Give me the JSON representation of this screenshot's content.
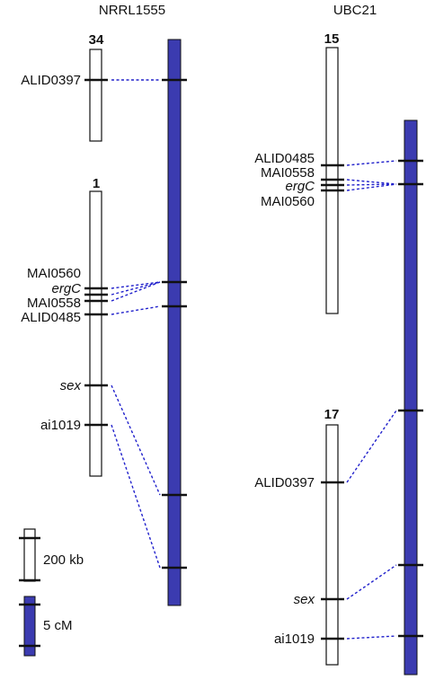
{
  "headers": {
    "left": "NRRL1555",
    "right": "UBC21"
  },
  "chromosome_numbers": {
    "c34": "34",
    "c1": "1",
    "c15": "15",
    "c17": "17"
  },
  "markers": {
    "alid0397_left": "ALID0397",
    "mai0560_left": "MAI0560",
    "ergc_left": "ergC",
    "mai0558_left": "MAI0558",
    "alid0485_left": "ALID0485",
    "sex_left": "sex",
    "ai1019_left": "ai1019",
    "alid0485_right": "ALID0485",
    "mai0558_right": "MAI0558",
    "ergc_right": "ergC",
    "mai0560_right": "MAI0560",
    "alid0397_right": "ALID0397",
    "sex_right": "sex",
    "ai1019_right": "ai1019"
  },
  "scale": {
    "physical": "200 kb",
    "genetic": "5 cM"
  },
  "colors": {
    "linkage_group": "#3b3bb0",
    "connector": "#2222cc",
    "outline": "#111111"
  }
}
